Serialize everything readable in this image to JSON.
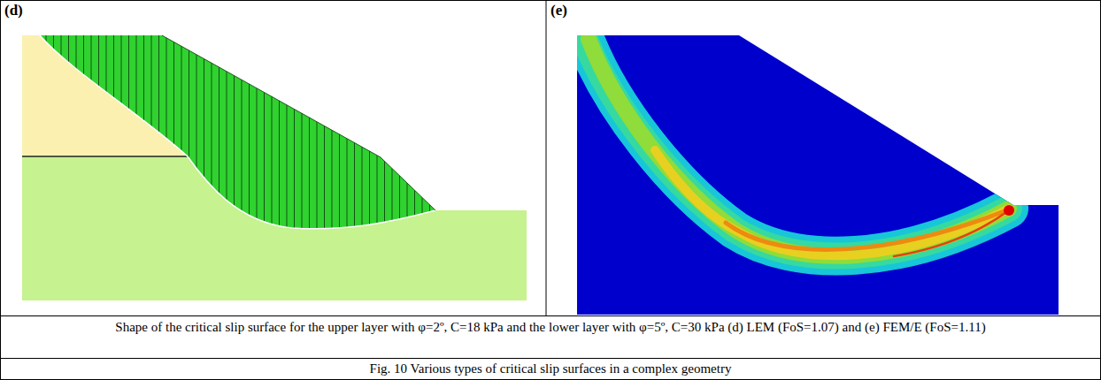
{
  "diagram": {
    "caption": "Fig. 10 Various types of critical slip surfaces in a complex geometry",
    "labels": [
      "(d)",
      "(e)",
      "Shape of the critical slip surface for the upper layer with φ=2º, C=18 kPa and the lower layer with φ=5º, C=30 kPa (d) LEM (FoS=1.07) and (e) FEM/E (FoS=1.11)"
    ]
  }
}
